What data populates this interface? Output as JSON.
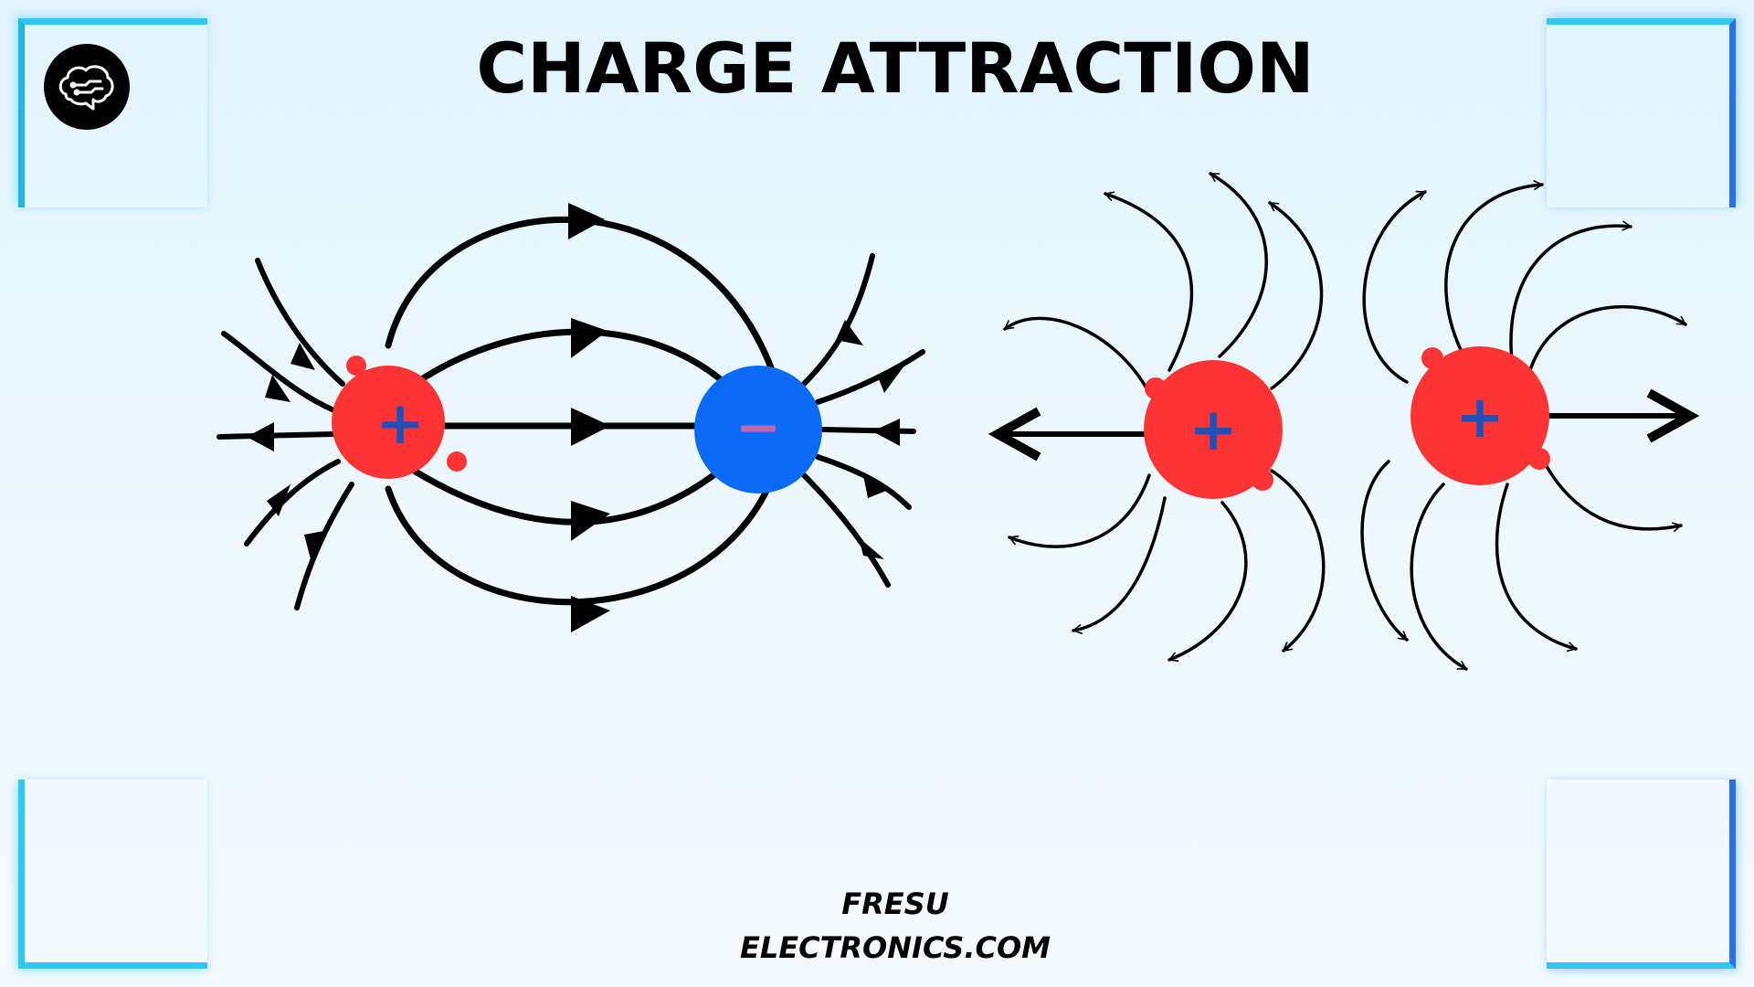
{
  "title": "CHARGE ATTRACTION",
  "footer": {
    "line1": "FRESU",
    "line2": "ELECTRONICS.COM"
  },
  "logo": {
    "icon": "brain-circuit-icon"
  },
  "diagrams": [
    {
      "name": "attraction",
      "charges": [
        {
          "symbol": "+",
          "color": "#ff3535",
          "symbol_color": "#1f4fb8"
        },
        {
          "symbol": "−",
          "color": "#0a6cf5",
          "symbol_color": "#c864a8"
        }
      ]
    },
    {
      "name": "repulsion",
      "charges": [
        {
          "symbol": "+",
          "color": "#ff3535",
          "symbol_color": "#1f4fb8"
        },
        {
          "symbol": "+",
          "color": "#ff3535",
          "symbol_color": "#1f4fb8"
        }
      ]
    }
  ],
  "colors": {
    "accent_cyan": "#2ec9f0",
    "accent_blue": "#2b6ff0",
    "field_lines": "#000000"
  }
}
